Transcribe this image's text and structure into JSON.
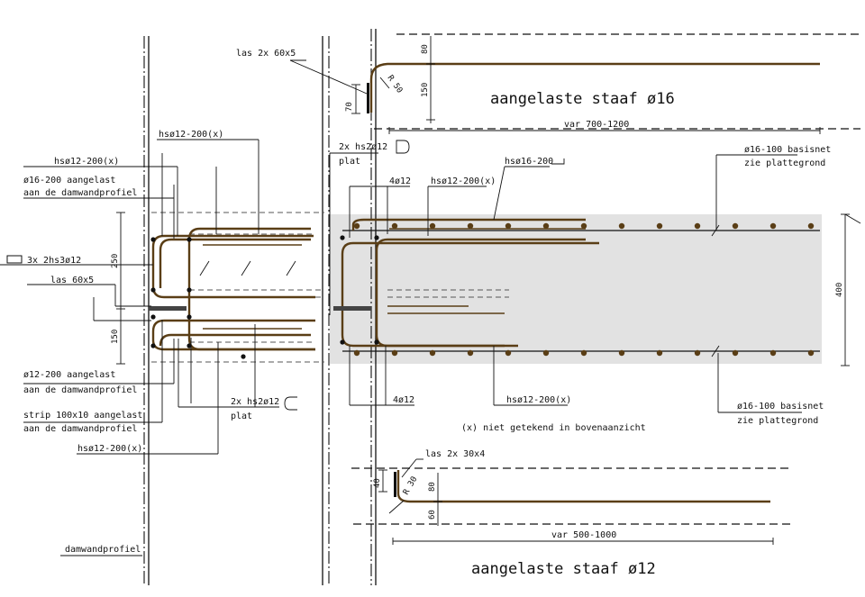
{
  "colors": {
    "concrete": "#e2e2e2",
    "rebar": "#5a3e16",
    "line": "#111111"
  },
  "titles": {
    "top_bar": "aangelaste staaf ø16",
    "bottom_bar": "aangelaste staaf ø12"
  },
  "labels": {
    "las_2x60x5": "las 2x 60x5",
    "hs12_200x_top": "hsø12-200(x)",
    "hs12_200x_left": "hsø12-200(x)",
    "hs2_12_top_a": "2x hs2ø12",
    "hs2_12_top_b": "plat",
    "d4_12_top": "4ø12",
    "hs12_200x_mid": "hsø12-200(x)",
    "hs16_200": "hsø16-200",
    "d16_100_top_a": "ø16-100 basisnet",
    "d16_100_top_b": "zie plattegrond",
    "d16_200_a": "ø16-200 aangelast",
    "d16_200_b": "aan de damwandprofiel",
    "hs3_12": "3x 2hs3ø12",
    "las_60x5": "las 60x5",
    "d12_200_a": "ø12-200 aangelast",
    "d12_200_b": "aan de damwandprofiel",
    "hs2_12_bot_a": "2x hs2ø12",
    "hs2_12_bot_b": "plat",
    "d4_12_bot": "4ø12",
    "hs12_200x_bot": "hsø12-200(x)",
    "d16_100_bot_a": "ø16-100 basisnet",
    "d16_100_bot_b": "zie plattegrond",
    "strip_a": "strip 100x10 aangelast",
    "strip_b": "aan de damwandprofiel",
    "hs12_200x_lower": "hsø12-200(x)",
    "note": "(x) niet getekend in bovenaanzicht",
    "las_2x30x4": "las 2x 30x4",
    "damwandprofiel": "damwandprofiel"
  },
  "dimensions": {
    "top_80": "80",
    "top_150": "150",
    "top_70": "70",
    "top_r50": "R 50",
    "top_var": "var 700-1200",
    "d250": "250",
    "d150": "150",
    "d400": "400",
    "bot_40": "40",
    "bot_r30": "R 30",
    "bot_80": "80",
    "bot_60": "60",
    "bot_var": "var 500-1000"
  }
}
